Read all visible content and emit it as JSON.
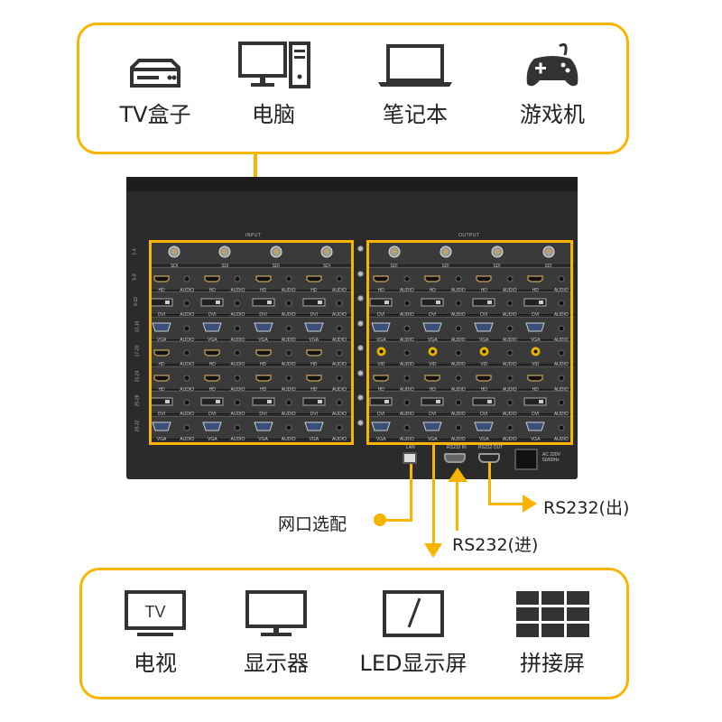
{
  "sources": [
    {
      "label": "TV盒子",
      "icon": "tv-box-icon"
    },
    {
      "label": "电脑",
      "icon": "desktop-computer-icon"
    },
    {
      "label": "笔记本",
      "icon": "laptop-icon"
    },
    {
      "label": "游戏机",
      "icon": "gamepad-icon"
    }
  ],
  "displays": [
    {
      "label": "电视",
      "icon": "tv-icon",
      "icon_text": "TV"
    },
    {
      "label": "显示器",
      "icon": "monitor-icon"
    },
    {
      "label": "LED显示屏",
      "icon": "led-screen-icon"
    },
    {
      "label": "拼接屏",
      "icon": "video-wall-icon"
    }
  ],
  "device": {
    "input_title": "INPUT",
    "output_title": "OUTPUT",
    "slot_labels": [
      "1-4",
      "5-8",
      "9-12",
      "13-16",
      "17-20",
      "21-24",
      "25-28",
      "29-32"
    ],
    "input_rows": [
      "SDI",
      "HD",
      "DVI",
      "VGA",
      "HD",
      "HD",
      "DVI",
      "VGA"
    ],
    "output_rows": [
      "SDI",
      "HD",
      "DVI",
      "VGA",
      "VID",
      "HD",
      "DVI",
      "VGA"
    ],
    "audio_label": "AUDIO",
    "lan_label": "LAN",
    "rs232_in_label": "RS232 IN",
    "rs232_out_label": "RS232 OUT",
    "power_label": "AC 220V 50/60Hz"
  },
  "callouts": {
    "lan": "网口选配",
    "rs232_in": "RS232(进)",
    "rs232_out": "RS232(出)"
  },
  "colors": {
    "accent": "#f7b500",
    "chassis": "#2b2b2b"
  }
}
